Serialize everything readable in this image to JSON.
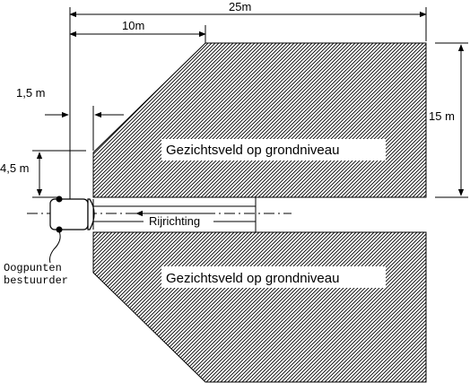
{
  "dimensions": {
    "total_length": "25m",
    "field_start": "10m",
    "eye_offset_x": "1,5 m",
    "eye_offset_y": "4,5 m",
    "field_depth": "15 m"
  },
  "fields": {
    "upper_label": "Gezichtsveld op grondniveau",
    "lower_label": "Gezichtsveld op grondniveau",
    "pattern": "diagonal-hatch",
    "hatch_color": "#000000"
  },
  "vehicle": {
    "direction_label": "Rijrichting"
  },
  "driver": {
    "label_line1": "Oogpunten",
    "label_line2": "bestuurder"
  }
}
